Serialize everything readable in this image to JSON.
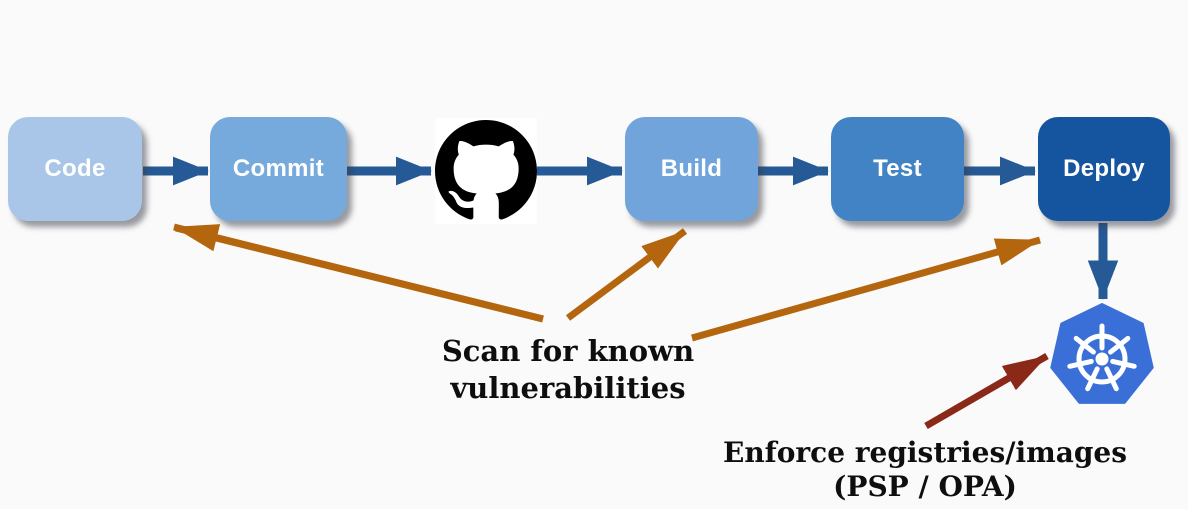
{
  "pipeline": {
    "stages": [
      {
        "label": "Code",
        "fill": "#a9c6e8"
      },
      {
        "label": "Commit",
        "fill": "#77aadc"
      },
      {
        "label": "Build",
        "fill": "#71a4da"
      },
      {
        "label": "Test",
        "fill": "#4283c5"
      },
      {
        "label": "Deploy",
        "fill": "#15549e"
      }
    ],
    "icons": [
      {
        "name": "github-icon",
        "color": "#000000"
      },
      {
        "name": "kubernetes-icon",
        "color": "#3a6fd8"
      }
    ],
    "connector_color": "#265a96"
  },
  "annotations": {
    "scan": {
      "line1": "Scan for known",
      "line2": "vulnerabilities",
      "arrow_color": "#b4660f"
    },
    "enforce": {
      "line1": "Enforce registries/images",
      "line2": "(PSP / OPA)",
      "arrow_color": "#8b2918"
    }
  },
  "colors": {
    "background": "#fafafa",
    "text": "#0e0e0e"
  }
}
